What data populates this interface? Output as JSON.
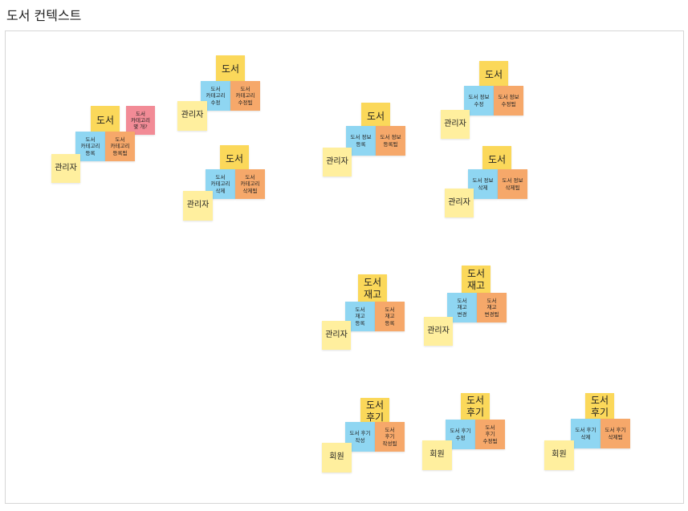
{
  "page": {
    "title": "도서 컨텍스트"
  },
  "colors": {
    "aggregate": "#fbd85a",
    "command": "#8fd6f2",
    "event": "#f6a86a",
    "actor": "#ffef9e",
    "hotspot": "#f28b96"
  },
  "groups": [
    {
      "id": "category-register",
      "aggregate": "도서",
      "command": "도서\n카테고리\n등록",
      "event": "도서\n카테고리\n등록됨",
      "actor": "관리자",
      "hotspot": "도서\n카테고리\n몇 개?"
    },
    {
      "id": "category-update",
      "aggregate": "도서",
      "command": "도서\n카테고리\n수정",
      "event": "도서\n카테고리\n수정됨",
      "actor": "관리자"
    },
    {
      "id": "category-delete",
      "aggregate": "도서",
      "command": "도서\n카테고리\n삭제",
      "event": "도서\n카테고리\n삭제됨",
      "actor": "관리자"
    },
    {
      "id": "info-register",
      "aggregate": "도서",
      "command": "도서 정보\n등록",
      "event": "도서 정보\n등록됨",
      "actor": "관리자"
    },
    {
      "id": "info-update",
      "aggregate": "도서",
      "command": "도서 정보\n수정",
      "event": "도서 정보\n수정됨",
      "actor": "관리자"
    },
    {
      "id": "info-delete",
      "aggregate": "도서",
      "command": "도서 정보\n삭제",
      "event": "도서 정보\n삭제됨",
      "actor": "관리자"
    },
    {
      "id": "stock-register",
      "aggregate": "도서\n재고",
      "command": "도서\n재고\n등록",
      "event": "도서\n재고\n등록",
      "actor": "관리자"
    },
    {
      "id": "stock-change",
      "aggregate": "도서\n재고",
      "command": "도서\n재고\n변경",
      "event": "도서\n재고\n변경됨",
      "actor": "관리자"
    },
    {
      "id": "review-create",
      "aggregate": "도서\n후기",
      "command": "도서 후기\n작성",
      "event": "도서\n후기\n작성됨",
      "actor": "회원"
    },
    {
      "id": "review-update",
      "aggregate": "도서\n후기",
      "command": "도서 후기\n수정",
      "event": "도서\n후기\n수정됨",
      "actor": "회원"
    },
    {
      "id": "review-delete",
      "aggregate": "도서\n후기",
      "command": "도서 후기\n삭제",
      "event": "도서 후기\n삭제됨",
      "actor": "회원"
    }
  ]
}
